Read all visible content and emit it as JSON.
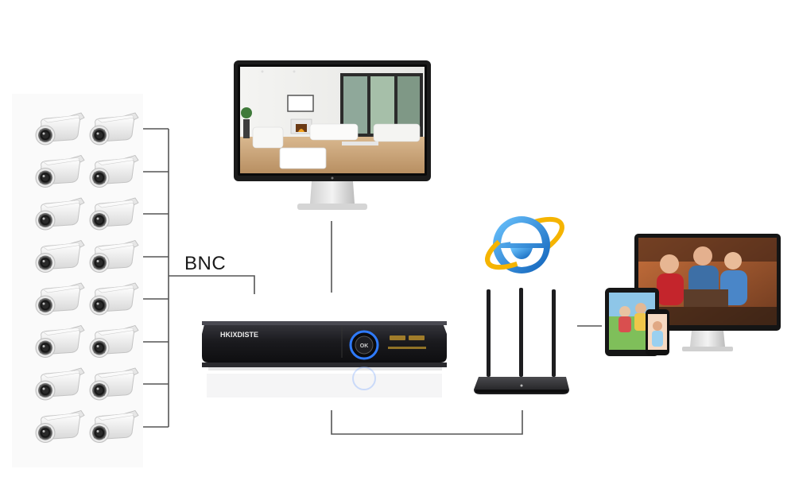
{
  "diagram": {
    "connection_label": "BNC",
    "dvr": {
      "brand": "HKIXDISTE",
      "button_label": "OK"
    },
    "cameras": {
      "count": 16,
      "columns": 2,
      "rows": 8
    },
    "colors": {
      "line": "#555555",
      "camera_body": "#f2f2f2",
      "dvr_body": "#1c1c1f",
      "dvr_ring": "#2f7bff",
      "ie_blue": "#1e88e5",
      "ie_ring": "#f5b400",
      "floor": "#c7a37a"
    },
    "icons": {
      "camera": "bullet-camera-icon",
      "monitor": "monitor-icon",
      "dvr": "dvr-recorder-icon",
      "router": "wifi-router-icon",
      "browser": "internet-explorer-icon",
      "devices": "tablet-phone-desktop-icon"
    }
  }
}
